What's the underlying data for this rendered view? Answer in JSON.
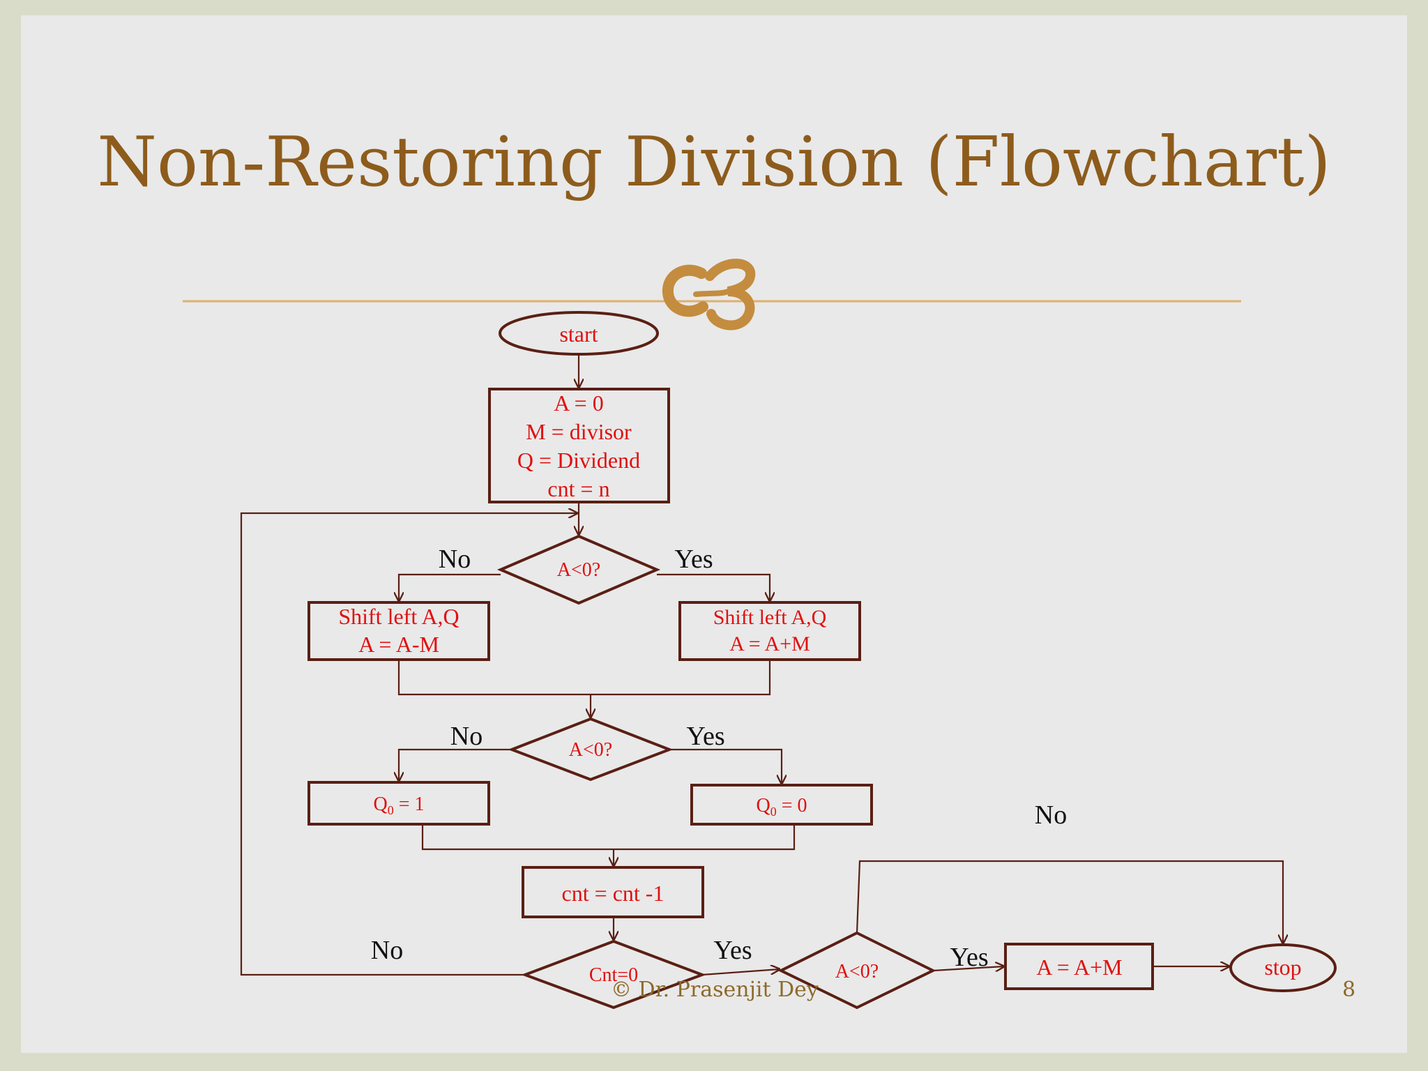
{
  "slide": {
    "title": "Non-Restoring Division (Flowchart)",
    "footer": "© Dr. Prasenjit Dey",
    "page_number": "8"
  },
  "colors": {
    "title": "#8d5c1c",
    "accent_line": "#e0b070",
    "node_border": "#5a1f14",
    "node_text": "#e01010",
    "label_text": "#111111",
    "background": "#e9e9e9"
  },
  "icons": {
    "ornament": "flourish-ornament-icon"
  },
  "flowchart": {
    "start": "start",
    "init": [
      "A = 0",
      "M = divisor",
      "Q = Dividend",
      "cnt = n"
    ],
    "decision1": "A<0?",
    "shift_sub": [
      "Shift left A,Q",
      "A = A-M"
    ],
    "shift_add": [
      "Shift left A,Q",
      "A = A+M"
    ],
    "decision2": "A<0?",
    "q0_one": {
      "main": "Q",
      "sub": "0",
      "rest": " = 1"
    },
    "q0_zero": {
      "main": "Q",
      "sub": "0",
      "rest": " = 0"
    },
    "decrement": "cnt = cnt -1",
    "decision3": "Cnt=0",
    "decision4": "A<0?",
    "restore": "A = A+M",
    "stop": "stop"
  },
  "labels": {
    "d1_no": "No",
    "d1_yes": "Yes",
    "d2_no": "No",
    "d2_yes": "Yes",
    "d3_no": "No",
    "d3_yes": "Yes",
    "d4_yes": "Yes",
    "d4_no": "No"
  }
}
